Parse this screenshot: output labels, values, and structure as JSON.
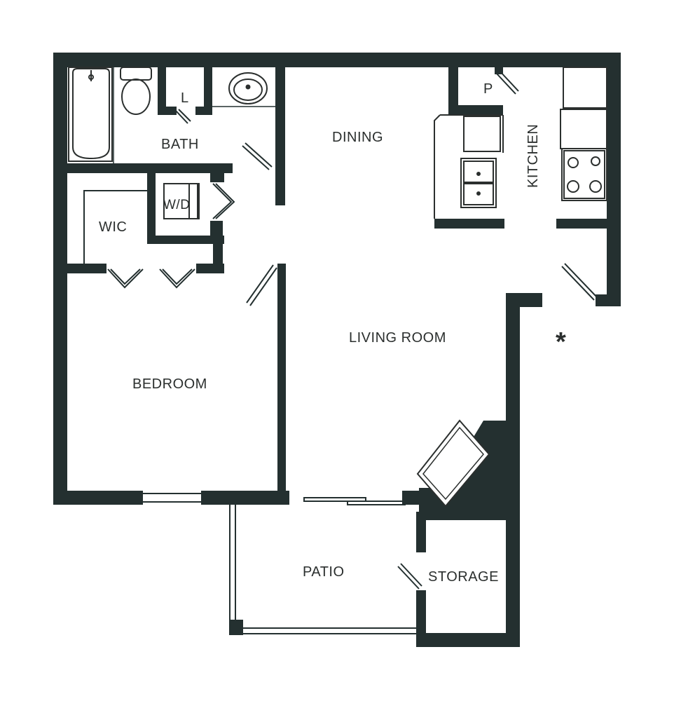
{
  "colors": {
    "wall": "#243030",
    "fixture": "#2b2f2e",
    "background": "#ffffff"
  },
  "rooms": {
    "bath": "BATH",
    "dining": "DINING",
    "kitchen": "KITCHEN",
    "wic": "WIC",
    "washer_dryer": "W/D",
    "living_room": "LIVING ROOM",
    "bedroom": "BEDROOM",
    "patio": "PATIO",
    "storage": "STORAGE",
    "linen": "L",
    "pantry": "P"
  },
  "marker": "*",
  "icons": [
    "bathtub-icon",
    "toilet-icon",
    "sink-icon",
    "kitchen-sink-icon",
    "stove-icon",
    "refrigerator-icon",
    "fireplace-icon"
  ]
}
